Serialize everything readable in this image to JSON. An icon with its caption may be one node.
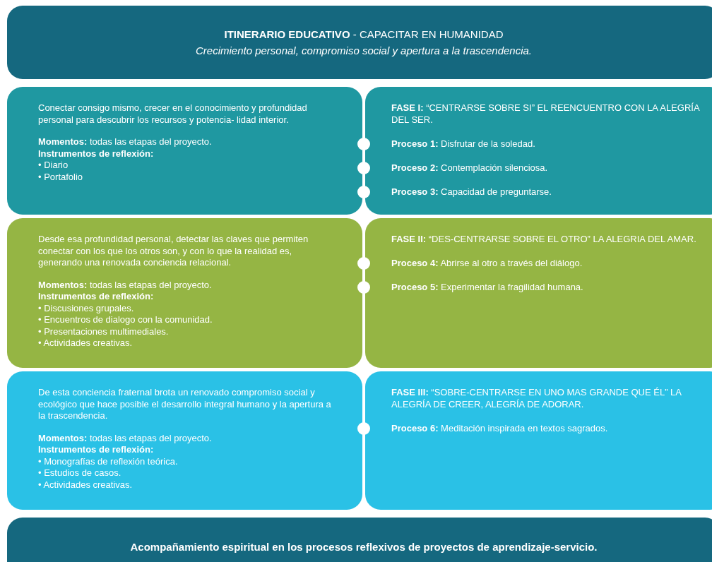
{
  "diagram": {
    "nodes": [
      {
        "text": [
          "**ITINERARIO EDUCATIVO** - CAPACITAR EN HUMANIDAD",
          "Crecimiento personal, compromiso social y apertura a la trascendencia."
        ]
      },
      {
        "text": [
          "Conectar consigo mismo, crecer en el conocimiento y profundidad personal para descubrir los recursos y potencia- lidad interior.",
          "**Momentos:** todas las etapas del proyecto.",
          "Instrumentos de reflexión:",
          "• Diario",
          "• Portafolio"
        ]
      },
      {
        "text": [
          "**FASE I:** “CENTRARSE SOBRE SI” EL REENCUENTRO CON LA ALEGRÍA DEL SER.",
          "**Proceso 1:** Disfrutar de la soledad.",
          "**Proceso 2:** Contemplación silenciosa.",
          "**Proceso 3:** Capacidad de preguntarse."
        ]
      },
      {
        "text": [
          "Desde esa profundidad personal, detectar las claves que permiten conectar con los que los otros son, y con lo que la realidad es, generando una renovada conciencia relacional.",
          "**Momentos:** todas las etapas del proyecto.",
          "Instrumentos de reflexión:",
          "• Discusiones grupales.",
          "• Encuentros de dialogo con la comunidad.",
          "• Presentaciones multimediales.",
          "• Actividades creativas."
        ]
      },
      {
        "text": [
          "**FASE II:** “DES-CENTRARSE SOBRE EL OTRO” LA ALEGRIA DEL AMAR.",
          "**Proceso 4:** Abrirse al otro a través del diálogo.",
          "**Proceso 5:** Experimentar la fragilidad humana."
        ]
      },
      {
        "text": [
          "De esta conciencia fraternal brota un renovado compromiso social y ecológico que hace posible el desarrollo integral humano y la apertura a la trascendencia.",
          "**Momentos:** todas las etapas del proyecto.",
          "Instrumentos de reflexión:",
          "• Monografías de reflexión teórica.",
          "• Estudios de casos.",
          "• Actividades creativas."
        ]
      },
      {
        "text": [
          "**FASE III:** “SOBRE-CENTRARSE EN UNO MAS GRANDE QUE ÉL” LA ALEGRÍA DE CREER, ALEGRÍA DE ADORAR.",
          "**Proceso 6:** Meditación inspirada en textos sagrados."
        ]
      },
      {
        "text": [
          "Acompañamiento espiritual en los procesos reflexivos de proyectos de aprendizaje-servicio."
        ]
      }
    ]
  }
}
